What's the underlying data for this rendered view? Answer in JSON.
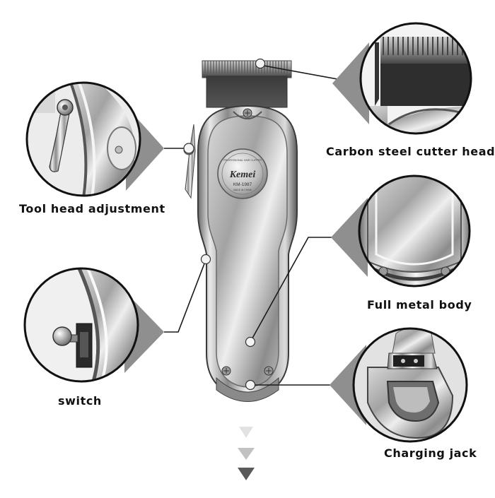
{
  "brand": {
    "name": "Kemei",
    "model": "KM-1987",
    "ring_text": "PROFESSIONAL HAIR CLIPPER",
    "origin_text": "MADE IN CHINA"
  },
  "features": [
    {
      "label": "Carbon steel cutter head",
      "icon": "cutter-head-closeup"
    },
    {
      "label": "Tool head adjustment",
      "icon": "lever-closeup"
    },
    {
      "label": "Full metal body",
      "icon": "body-closeup"
    },
    {
      "label": "switch",
      "icon": "switch-closeup"
    },
    {
      "label": "Charging jack",
      "icon": "charging-jack-closeup"
    }
  ],
  "colors": {
    "callout_wedge": "#8f8f8f",
    "leader_line": "#1a1a1a",
    "chrome_light": "#f2f2f2",
    "chrome_dark": "#5c5c5c",
    "arrow_light": "#dcdcdc",
    "arrow_dark": "#555555"
  }
}
